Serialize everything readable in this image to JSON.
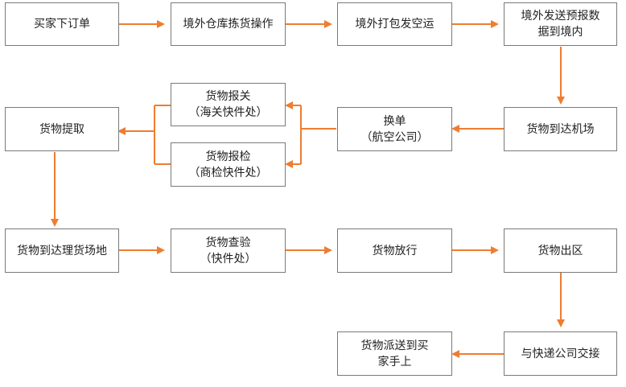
{
  "colors": {
    "arrow": "#ee7d31",
    "border": "#7a7a7a",
    "text": "#222222"
  },
  "steps": {
    "order": {
      "line1": "买家下订单",
      "line2": ""
    },
    "warehouse": {
      "line1": "境外仓库拣货操作",
      "line2": ""
    },
    "pack_ship": {
      "line1": "境外打包发空运",
      "line2": ""
    },
    "pre_report": {
      "line1": "境外发送预报数",
      "line2": "据到境内"
    },
    "arrive_airport": {
      "line1": "货物到达机场",
      "line2": ""
    },
    "swap_doc": {
      "line1": "换单",
      "line2": "（航空公司）"
    },
    "customs": {
      "line1": "货物报关",
      "line2": "（海关快件处）"
    },
    "inspection": {
      "line1": "货物报检",
      "line2": "（商检快件处）"
    },
    "pickup": {
      "line1": "货物提取",
      "line2": ""
    },
    "arrive_site": {
      "line1": "货物到达理货场地",
      "line2": ""
    },
    "check": {
      "line1": "货物查验",
      "line2": "（快件处）"
    },
    "release": {
      "line1": "货物放行",
      "line2": ""
    },
    "exit_zone": {
      "line1": "货物出区",
      "line2": ""
    },
    "handover": {
      "line1": "与快递公司交接",
      "line2": ""
    },
    "deliver": {
      "line1": "货物派送到买",
      "line2": "家手上"
    }
  }
}
